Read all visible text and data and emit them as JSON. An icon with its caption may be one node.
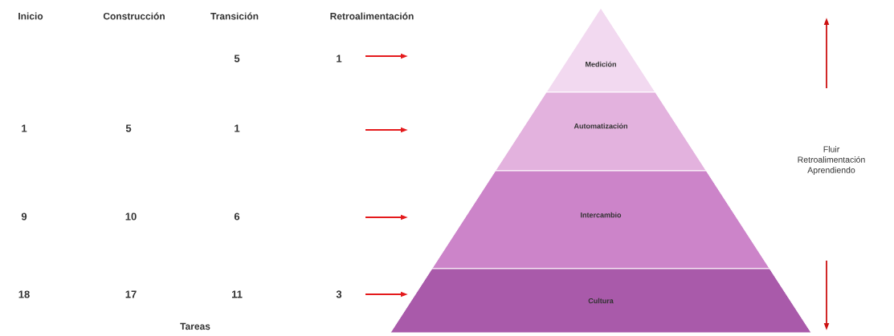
{
  "diagram": {
    "nodes": [
      {
        "text": [
          "Medición"
        ]
      },
      {
        "text": [
          "Automatización"
        ]
      },
      {
        "text": [
          "Intercambio"
        ]
      },
      {
        "text": [
          "Cultura"
        ]
      }
    ],
    "labels": [
      "Inicio",
      "Construcción",
      "Transición",
      "Retroalimentación",
      "5",
      "1",
      "1",
      "5",
      "1",
      "9",
      "10",
      "6",
      "18",
      "17",
      "11",
      "3",
      "Tareas",
      "Fluir Retroalimentación Aprendiendo"
    ]
  }
}
